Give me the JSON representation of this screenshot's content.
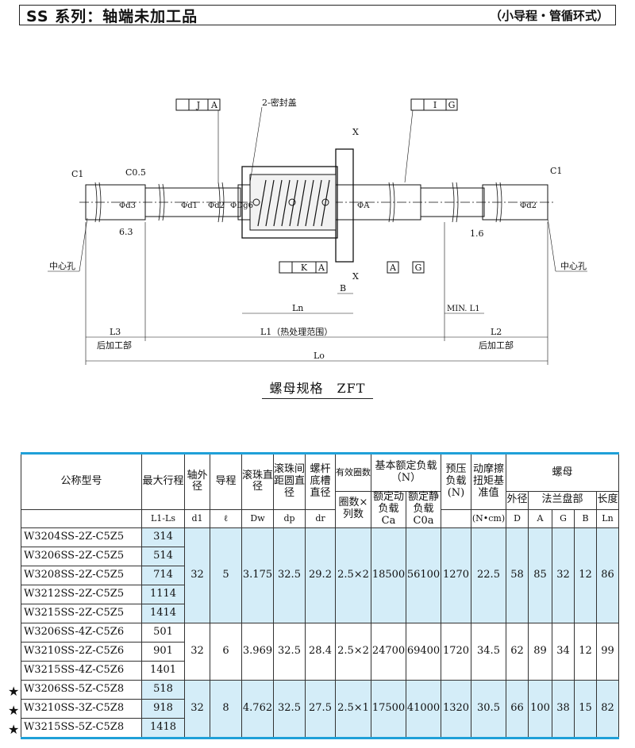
{
  "header": {
    "series_code": "SS",
    "title_rest": " 系列：轴端未加工品",
    "subtitle": "（小导程・管循环式）"
  },
  "drawing": {
    "labels": {
      "c1_left": "C1",
      "c05": "C0.5",
      "c1_right": "C1",
      "seal": "2-密封盖",
      "gtol_j": "J",
      "gtol_a": "A",
      "gtol_i": "I",
      "gtol_g": "G",
      "gtol_k": "K",
      "gtol_a2": "A",
      "x_top": "X",
      "x_bottom": "X",
      "d3": "Φd3",
      "d1": "Φd1",
      "d2": "Φd2",
      "d2r": "Φd2",
      "dg6": "ΦDg6",
      "phia": "ΦA",
      "rough63": "6.3",
      "rough16": "1.6",
      "center_left": "中心孔",
      "center_right": "中心孔",
      "box_a": "A",
      "box_g": "G",
      "b": "B",
      "ln": "Ln",
      "min_l1": "MIN. L1",
      "l3": "L3",
      "l1_heat": "L1（热处理范围）",
      "l2": "L2",
      "post_left": "后加工部",
      "post_right": "后加工部",
      "lo": "Lo"
    }
  },
  "spec_title": "螺母规格　ZFT",
  "table": {
    "headers": {
      "model": "公称型号",
      "stroke": "最大行程",
      "stroke_unit": "L1-Ls",
      "shaft": "轴外径",
      "shaft_unit": "d1",
      "lead": "导程",
      "lead_unit": "ℓ",
      "ball": "滚珠直径",
      "ball_unit": "Dw",
      "pcd": "滚珠间距圆直径",
      "pcd_unit": "dp",
      "root": "螺杆底槽直径",
      "root_unit": "dr",
      "turns_top": "有效圈数",
      "turns_mid": "圈数×列数",
      "load": "基本额定负载（N）",
      "dyn": "额定动负载 Ca",
      "stat": "额定静负载 C0a",
      "preload": "预压负载(N)",
      "torque": "动摩擦扭矩基准值",
      "torque_unit": "(N•cm)",
      "nut": "螺母",
      "outer": "外径",
      "flange": "法兰盘部",
      "length": "长度",
      "col_d": "D",
      "col_a": "A",
      "col_g": "G",
      "col_b": "B",
      "col_ln": "Ln"
    },
    "groups": [
      {
        "models": [
          "W3204SS-2Z-C5Z5",
          "W3206SS-2Z-C5Z5",
          "W3208SS-2Z-C5Z5",
          "W3212SS-2Z-C5Z5",
          "W3215SS-2Z-C5Z5"
        ],
        "strokes": [
          "314",
          "514",
          "714",
          "1114",
          "1414"
        ],
        "d1": "32",
        "lead": "5",
        "dw": "3.175",
        "dp": "32.5",
        "dr": "29.2",
        "turns": "2.5×2",
        "ca": "18500",
        "c0a": "56100",
        "preload": "1270",
        "torque": "22.5",
        "D": "58",
        "A": "85",
        "G": "32",
        "B": "12",
        "Ln": "86"
      },
      {
        "models": [
          "W3206SS-4Z-C5Z6",
          "W3210SS-2Z-C5Z6",
          "W3215SS-4Z-C5Z6"
        ],
        "strokes": [
          "501",
          "901",
          "1401"
        ],
        "d1": "32",
        "lead": "6",
        "dw": "3.969",
        "dp": "32.5",
        "dr": "28.4",
        "turns": "2.5×2",
        "ca": "24700",
        "c0a": "69400",
        "preload": "1720",
        "torque": "34.5",
        "D": "62",
        "A": "89",
        "G": "34",
        "B": "12",
        "Ln": "99"
      },
      {
        "models": [
          "W3206SS-5Z-C5Z8",
          "W3210SS-3Z-C5Z8",
          "W3215SS-5Z-C5Z8"
        ],
        "strokes": [
          "518",
          "918",
          "1418"
        ],
        "d1": "32",
        "lead": "8",
        "dw": "4.762",
        "dp": "32.5",
        "dr": "27.5",
        "turns": "2.5×1",
        "ca": "17500",
        "c0a": "41000",
        "preload": "1320",
        "torque": "30.5",
        "D": "66",
        "A": "100",
        "G": "38",
        "B": "15",
        "Ln": "82"
      }
    ],
    "star": "★"
  }
}
